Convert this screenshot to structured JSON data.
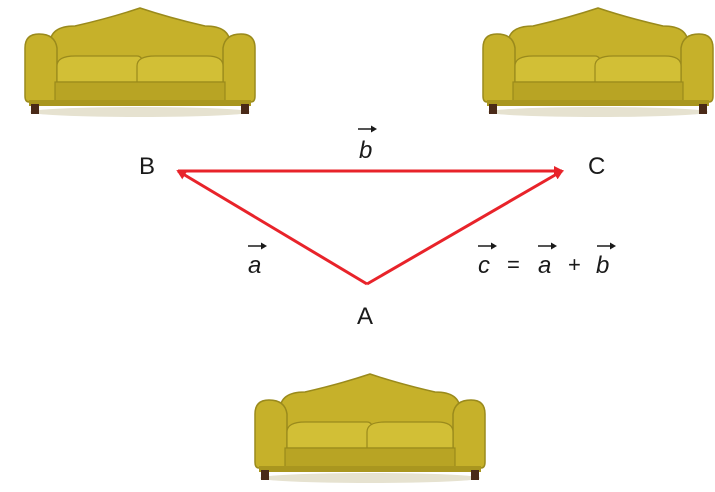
{
  "points": {
    "A": "A",
    "B": "B",
    "C": "C"
  },
  "vectors": {
    "a": "a",
    "b": "b",
    "c": "c"
  },
  "equation": {
    "equals": "=",
    "plus": "+"
  },
  "colors": {
    "arrow": "#e8232a",
    "sofa_body": "#c6b12a",
    "sofa_shadow": "#9a8a1c",
    "sofa_light": "#d8c640",
    "leg": "#4a2a18"
  },
  "objects": [
    "sofa",
    "sofa",
    "sofa"
  ]
}
